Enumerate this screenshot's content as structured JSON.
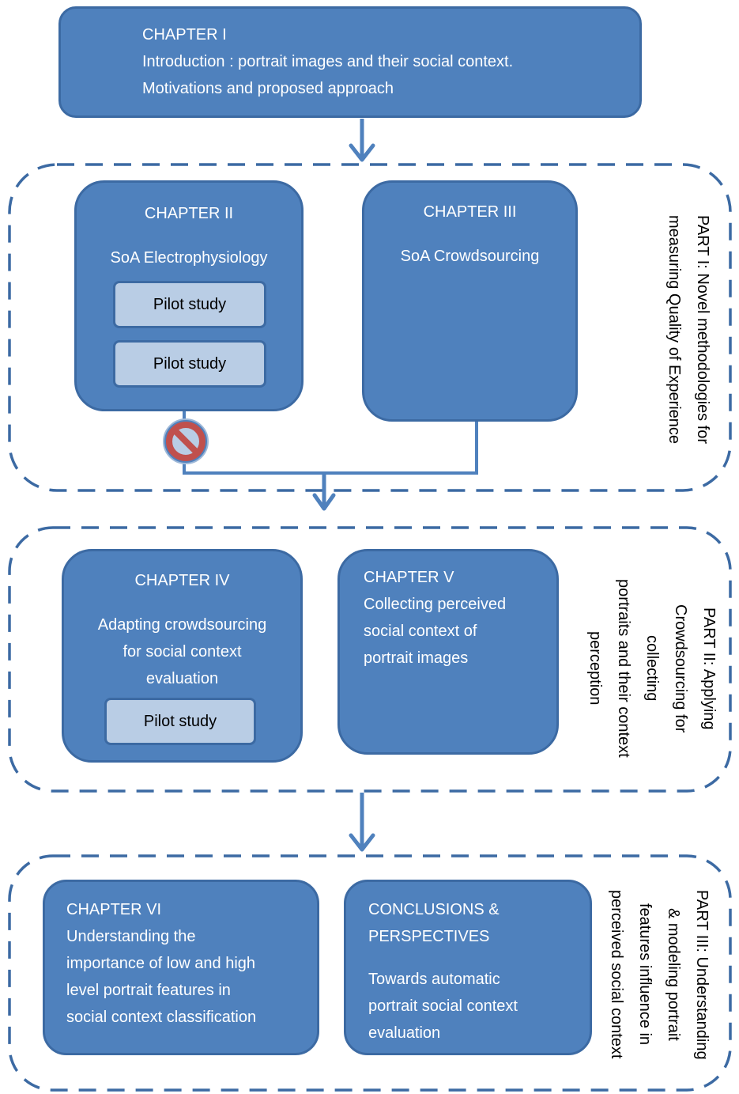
{
  "chapter1": {
    "title": "CHAPTER I",
    "line1": "Introduction : portrait images and their social context.",
    "line2": "Motivations and proposed approach"
  },
  "part1": {
    "label_line1": "PART I: Novel methodologies for",
    "label_line2": "measuring  Quality of Experience",
    "chapter2": {
      "title": "CHAPTER II",
      "subtitle": "SoA Electrophysiology",
      "pilot1": "Pilot study",
      "pilot2": "Pilot study"
    },
    "chapter3": {
      "title": "CHAPTER III",
      "subtitle": "SoA Crowdsourcing"
    }
  },
  "part2": {
    "label_lines": [
      "PART II: Applying",
      "Crowdsourcing  for",
      "collecting",
      "portraits and their context",
      "perception"
    ],
    "chapter4": {
      "title": "CHAPTER IV",
      "lines": [
        "Adapting crowdsourcing",
        "for social context",
        "evaluation"
      ],
      "pilot": "Pilot study"
    },
    "chapter5": {
      "title": "CHAPTER V",
      "lines": [
        "Collecting perceived",
        "social context of",
        "portrait images"
      ]
    }
  },
  "part3": {
    "label_lines": [
      "PART III: Understanding",
      "& modeling portrait",
      "features influence in",
      "perceived social context"
    ],
    "chapter6": {
      "title": "CHAPTER VI",
      "lines": [
        "Understanding the",
        "importance of low and high",
        "level portrait features in",
        "social context classification"
      ]
    },
    "conclusions": {
      "title_lines": [
        "CONCLUSIONS &",
        "PERSPECTIVES"
      ],
      "lines": [
        "Towards automatic",
        "portrait social context",
        "evaluation"
      ]
    }
  },
  "colors": {
    "box_fill": "#4f81bd",
    "box_border": "#3c6aa3",
    "pilot_fill": "#b9cde5",
    "connector": "#4f81bd",
    "no_symbol_red": "#c0504d"
  }
}
